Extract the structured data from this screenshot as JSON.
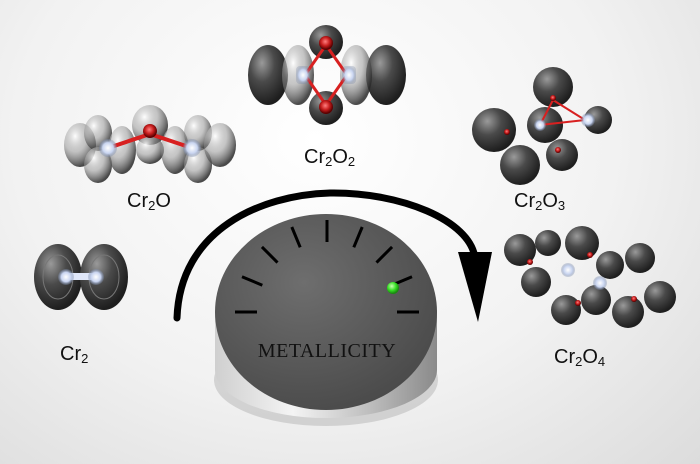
{
  "molecules": [
    {
      "id": "cr2",
      "formula": "Cr",
      "sub1": "2",
      "mid": "",
      "sub2": ""
    },
    {
      "id": "cr2o",
      "formula": "Cr",
      "sub1": "2",
      "mid": "O",
      "sub2": ""
    },
    {
      "id": "cr2o2",
      "formula": "Cr",
      "sub1": "2",
      "mid": "O",
      "sub2": "2"
    },
    {
      "id": "cr2o3",
      "formula": "Cr",
      "sub1": "2",
      "mid": "O",
      "sub2": "3"
    },
    {
      "id": "cr2o4",
      "formula": "Cr",
      "sub1": "2",
      "mid": "O",
      "sub2": "4"
    }
  ],
  "knob": {
    "label": "METALLICITY",
    "indicator_color": "#33dd22",
    "tick_count": 9
  },
  "colors": {
    "lobe": "#3a3a3a",
    "chromium": "#c8d4f0",
    "oxygen": "#c81e1e",
    "arrow": "#000000"
  }
}
